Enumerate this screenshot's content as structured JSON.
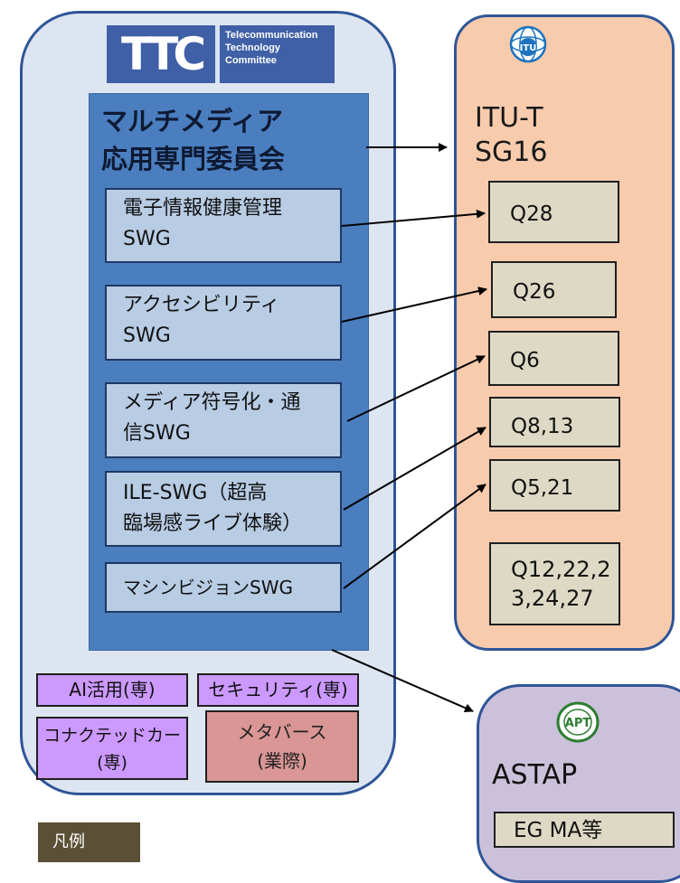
{
  "ttc": {
    "logo_letters": "TTC",
    "logo_text": [
      "Telecommunication",
      "Technology",
      "Committee"
    ],
    "committee_title": [
      "マルチメディア",
      "応用専門委員会"
    ],
    "swgs": [
      {
        "line1": "電子情報健康管理",
        "line2": "SWG"
      },
      {
        "line1": "アクセシビリティ",
        "line2": "SWG"
      },
      {
        "line1": "メディア符号化・通",
        "line2": "信SWG"
      },
      {
        "line1": "ILE-SWG（超高",
        "line2": "臨場感ライブ体験）"
      },
      {
        "line1": "マシンビジョンSWG",
        "line2": ""
      }
    ],
    "other_groups": {
      "ai": "AI活用(専)",
      "security": "セキュリティ(専)",
      "connected_car": [
        "コナクテッドカー",
        "(専)"
      ],
      "metaverse": [
        "メタバース",
        "(業際)"
      ]
    },
    "legend": "凡例"
  },
  "itu": {
    "logo": "ITU",
    "title": [
      "ITU-T",
      "SG16"
    ],
    "questions": [
      "Q28",
      "Q26",
      "Q6",
      "Q8,13",
      "Q5,21"
    ],
    "other_questions": [
      "Q12,22,2",
      "3,24,27"
    ]
  },
  "astap": {
    "logo": "APT",
    "title": "ASTAP",
    "group": "EG MA等"
  },
  "colors": {
    "panel_border": "#2f5597",
    "ttc_panel": "#dde5f1",
    "committee": "#4a7ebf",
    "swg": "#b8cce4",
    "itu_panel": "#f8cbad",
    "question_box": "#ddd9c4",
    "astap_panel": "#ccc1da",
    "special_group": "#cc99ff",
    "metaverse": "#d99694",
    "legend": "#5b5035"
  }
}
